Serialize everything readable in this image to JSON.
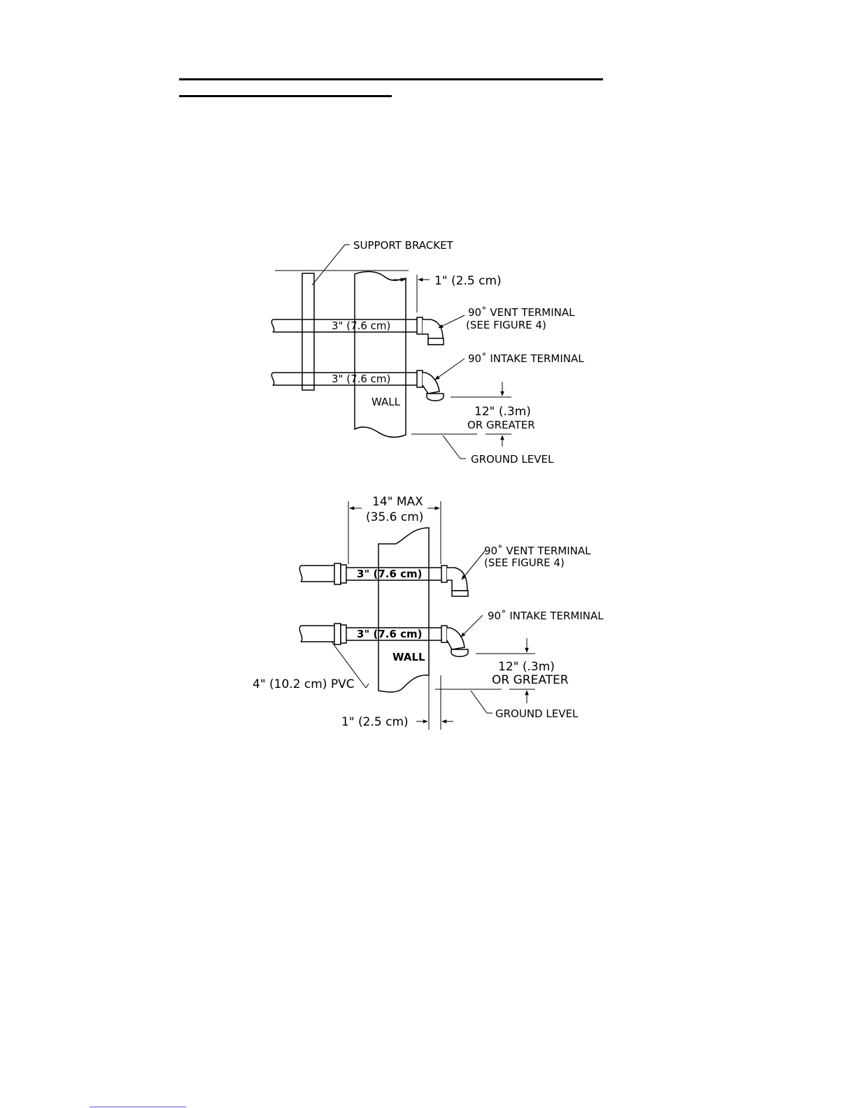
{
  "figure_top": {
    "support_bracket": "SUPPORT BRACKET",
    "clearance": "1\" (2.5 cm)",
    "vent_terminal_line1": "90˚ VENT TERMINAL",
    "vent_terminal_line2": "(SEE FIGURE 4)",
    "intake_terminal": "90˚ INTAKE TERMINAL",
    "pipe_upper": "3\" (7.6 cm)",
    "pipe_lower": "3\" (7.6 cm)",
    "wall": "WALL",
    "height_line1": "12\" (.3m)",
    "height_line2": "OR GREATER",
    "ground_level": "GROUND LEVEL"
  },
  "figure_bottom": {
    "max_line1": "14\" MAX",
    "max_line2": "(35.6 cm)",
    "vent_terminal_line1": "90˚ VENT TERMINAL",
    "vent_terminal_line2": "(SEE FIGURE 4)",
    "intake_terminal": "90˚ INTAKE TERMINAL",
    "pipe_upper": "3\" (7.6 cm)",
    "pipe_lower": "3\" (7.6 cm)",
    "wall": "WALL",
    "pvc": "4\" (10.2 cm) PVC",
    "height_line1": "12\" (.3m)",
    "height_line2": "OR GREATER",
    "ground_level": "GROUND LEVEL",
    "clearance": "1\" (2.5 cm)"
  }
}
